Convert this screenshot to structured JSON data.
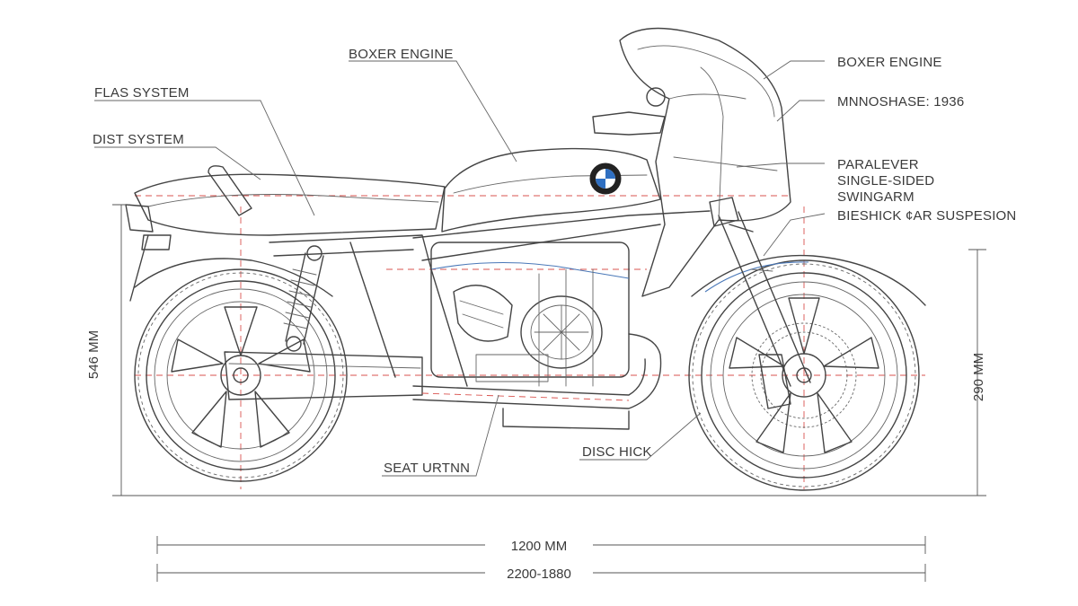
{
  "labels": {
    "boxer_top": "BOXER ENGINE",
    "flas_system": "FLAS SYSTEM",
    "dist_system": "DIST SYSTEM",
    "boxer_right": "BOXER ENGINE",
    "mnnoshase": "MNNOSHASE: 1936",
    "paralever_1": "PARALEVER",
    "paralever_2": "SINGLE-SIDED",
    "paralever_3": "SWINGARM",
    "rear_susp": "BIESHICK ¢AR SUSPESION",
    "seat_urtnn": "SEAT URTNN",
    "disc_hick": "DISC HICK"
  },
  "dimensions": {
    "left_height": "546 MM",
    "right_height": "290 MM",
    "length": "1200 MM",
    "length_range": "2200-1880"
  },
  "colors": {
    "ink": "#444444",
    "centerline": "#d9534f",
    "accent": "#4a78b8",
    "bmw_blue": "#2f6fc1"
  },
  "icons": {
    "logo": "bmw-roundel-icon"
  }
}
